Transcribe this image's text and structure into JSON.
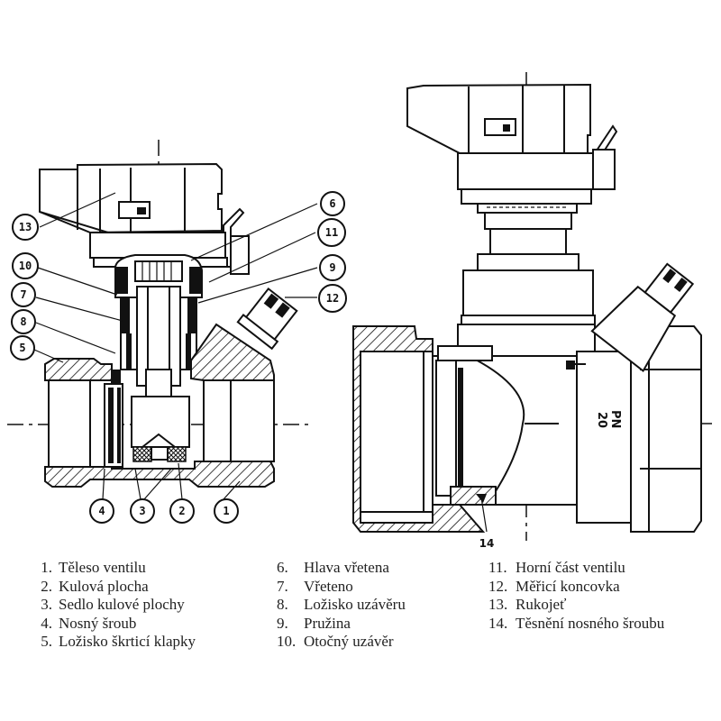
{
  "figure": {
    "left_view": {
      "callouts": [
        {
          "id": "13",
          "ref": "13"
        },
        {
          "id": "10",
          "ref": "10"
        },
        {
          "id": "7",
          "ref": "7"
        },
        {
          "id": "8",
          "ref": "8"
        },
        {
          "id": "5",
          "ref": "5"
        },
        {
          "id": "6",
          "ref": "6"
        },
        {
          "id": "11",
          "ref": "11"
        },
        {
          "id": "9",
          "ref": "9"
        },
        {
          "id": "12",
          "ref": "12"
        },
        {
          "id": "4",
          "ref": "4"
        },
        {
          "id": "3",
          "ref": "3"
        },
        {
          "id": "2",
          "ref": "2"
        },
        {
          "id": "1",
          "ref": "1"
        }
      ]
    },
    "right_view": {
      "callout_14": "14",
      "body_marking_line1": "PN",
      "body_marking_line2": "20"
    }
  },
  "legend": {
    "col1": [
      {
        "num": "1.",
        "label": "Těleso ventilu"
      },
      {
        "num": "2.",
        "label": "Kulová plocha"
      },
      {
        "num": "3.",
        "label": "Sedlo kulové plochy"
      },
      {
        "num": "4.",
        "label": "Nosný šroub"
      },
      {
        "num": "5.",
        "label": "Ložisko škrticí klapky"
      }
    ],
    "col2": [
      {
        "num": "6.",
        "label": "Hlava vřetena"
      },
      {
        "num": "7.",
        "label": "Vřeteno"
      },
      {
        "num": "8.",
        "label": "Ložisko uzávěru"
      },
      {
        "num": "9.",
        "label": "Pružina"
      },
      {
        "num": "10.",
        "label": "Otočný uzávěr"
      }
    ],
    "col3": [
      {
        "num": "11.",
        "label": "Horní část ventilu"
      },
      {
        "num": "12.",
        "label": "Měřicí koncovka"
      },
      {
        "num": "13.",
        "label": "Rukojeť"
      },
      {
        "num": "14.",
        "label": "Těsnění nosného šroubu"
      }
    ]
  }
}
